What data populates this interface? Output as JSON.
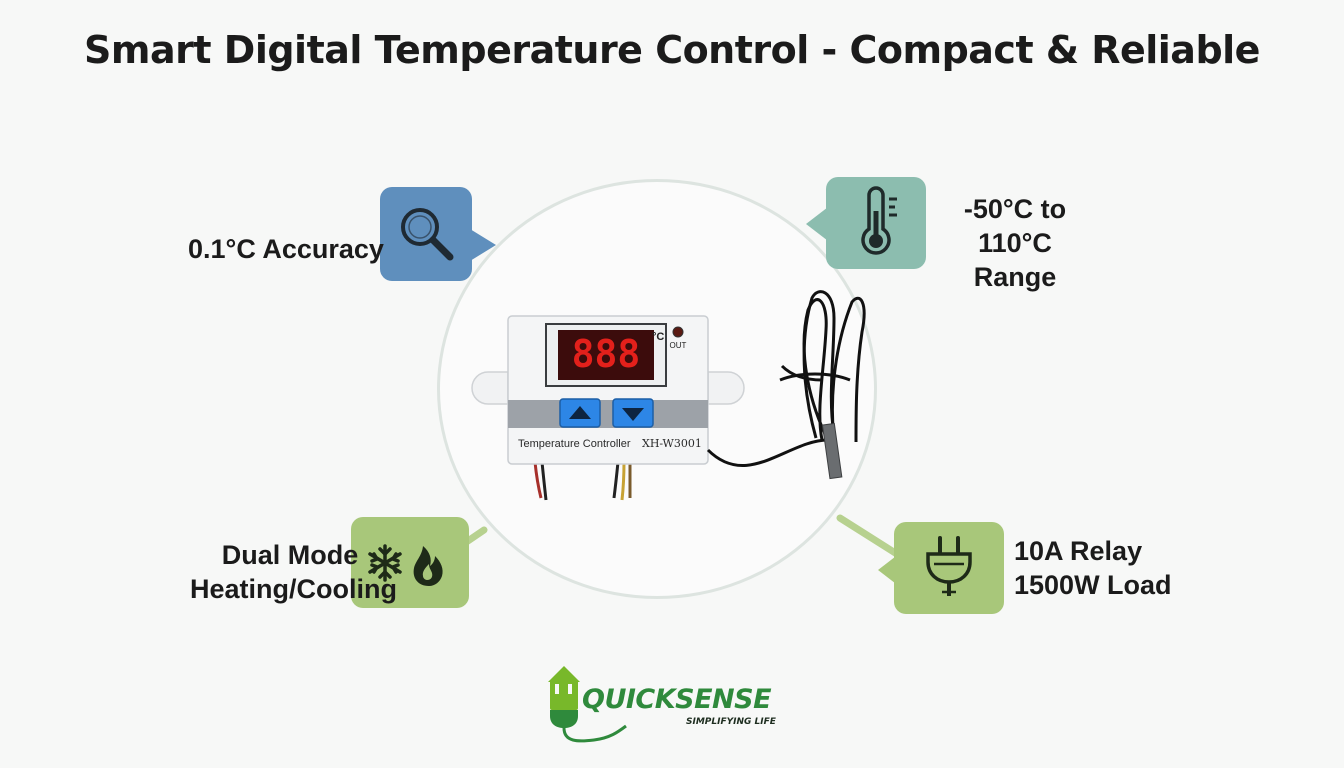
{
  "headline": "Smart Digital Temperature Control - Compact & Reliable",
  "features": {
    "accuracy": {
      "label": "0.1°C Accuracy",
      "icon": "magnifier-icon"
    },
    "range": {
      "line1": "-50°C to 110°C",
      "line2": "Range",
      "icon": "thermometer-icon"
    },
    "mode": {
      "line1": "Dual Mode",
      "line2": "Heating/Cooling",
      "icon": "snowflake-flame-icon"
    },
    "relay": {
      "line1": "10A Relay",
      "line2": "1500W Load",
      "icon": "plug-icon"
    }
  },
  "device": {
    "display": "888",
    "unit": "°C",
    "out_label": "OUT",
    "product_label": "Temperature Controller",
    "model": "XH-W3001"
  },
  "logo": {
    "brand": "QUICKSENSE",
    "tagline": "SIMPLIFYING LIFE"
  },
  "colors": {
    "blue_badge": "#5f8fbd",
    "teal_badge": "#8cbdaf",
    "green_badge": "#a8c77a",
    "display_red": "#e3201b",
    "button_blue": "#2d86e6",
    "brand_green": "#2f8a3c"
  }
}
